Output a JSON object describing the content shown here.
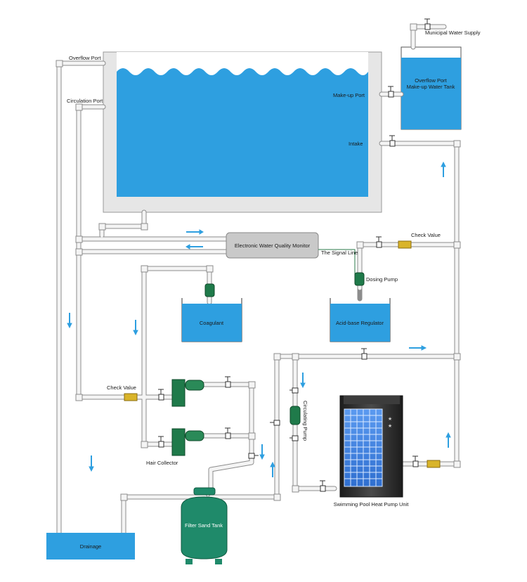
{
  "labels": {
    "municipal": "Municipal Water Supply",
    "overflow_port_left": "Overflow Port",
    "circulation_port": "Circulation Port",
    "makeup_port": "Make-up Port",
    "intake": "Intake",
    "overflow_port_tank": "Overflow Port",
    "makeup_tank": "Make-up Water Tank",
    "ewqm": "Electronic Water Quality Monitor",
    "signal_line": "The Signal Line",
    "check_valve_top": "Check Value",
    "dosing_pump": "Dosing Pump",
    "coagulant": "Coagulant",
    "acid_base": "Acid-base Regulator",
    "check_valve_left": "Check Value",
    "hair_collector": "Hair Collector",
    "circulating_pump": "Circulating Pump",
    "heat_pump": "Swimming Pool Heat Pump Unit",
    "filter_sand_tank": "Filter Sand Tank",
    "drainage": "Drainage"
  },
  "colors": {
    "water": "#2e9fe0",
    "pipe_fill": "#f2f2f2",
    "pipe_stroke": "#8c8c8c",
    "pool_wall": "#e6e6e6",
    "pump_green": "#1f7a4a",
    "tank_green": "#1f8a6a",
    "valve_yellow": "#d9b42a",
    "arrow_blue": "#2e9fe0",
    "monitor_gray": "#c9c9c9",
    "heat_pump_dark": "#2b2b2b",
    "heat_pump_grid": "#3f7fe0"
  }
}
